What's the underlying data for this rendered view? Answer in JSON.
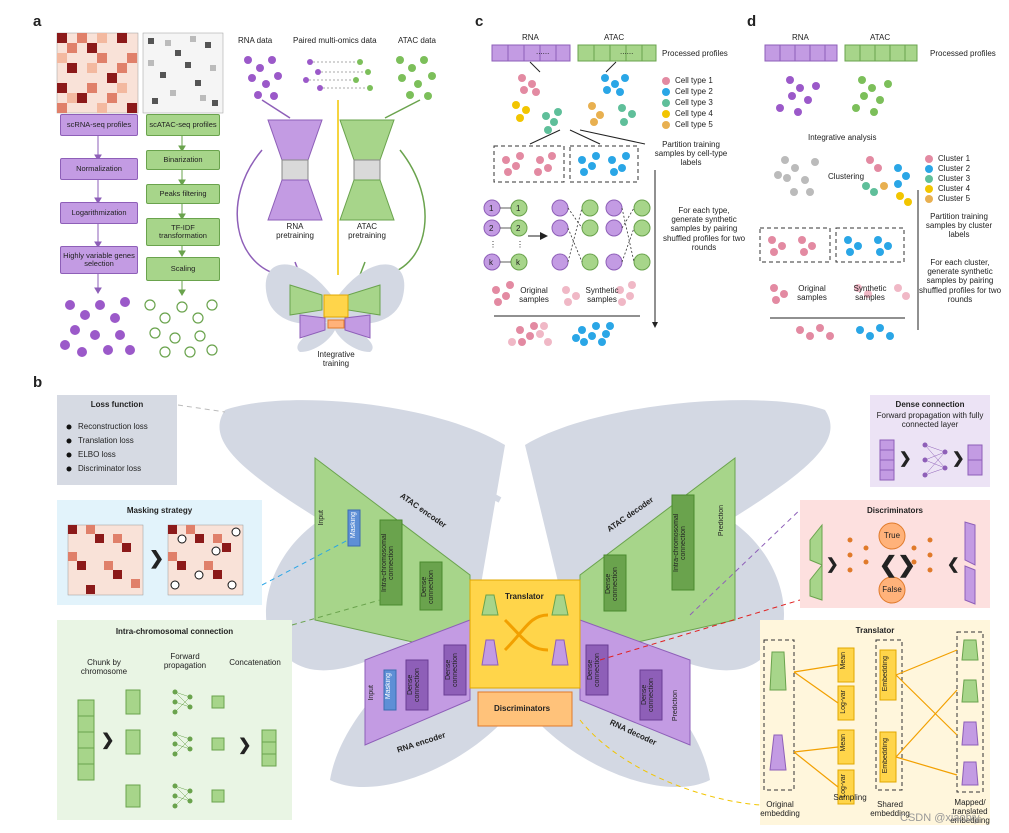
{
  "panel_a": {
    "letter": "a",
    "rna_label": "RNA data",
    "paired_label": "Paired multi-omics data",
    "atac_label": "ATAC data",
    "rna_steps": [
      "scRNA-seq profiles",
      "Normalization",
      "Logarithmization",
      "Highly variable genes selection"
    ],
    "atac_steps": [
      "scATAC-seq profiles",
      "Binarization",
      "Peaks filtering",
      "TF-IDF transformation",
      "Scaling"
    ],
    "rna_pretrain": "RNA pretraining",
    "atac_pretrain": "ATAC pretraining",
    "integrative": "Integrative training"
  },
  "panel_c": {
    "letter": "c",
    "rna": "RNA",
    "atac": "ATAC",
    "processed": "Processed profiles",
    "legend": [
      "Cell type 1",
      "Cell type 2",
      "Cell type 3",
      "Cell type 4",
      "Cell type 5"
    ],
    "partition": "Partition training samples by cell-type labels",
    "generate": "For each type, generate synthetic samples by pairing shuffled profiles for two rounds",
    "original": "Original samples",
    "synthetic": "Synthetic samples",
    "nodes": [
      "1",
      "2",
      "⋮",
      "k",
      "1",
      "2",
      "⋮",
      "k"
    ],
    "dots": "......"
  },
  "panel_d": {
    "letter": "d",
    "rna": "RNA",
    "atac": "ATAC",
    "processed": "Processed profiles",
    "integrative": "Integrative analysis",
    "clustering": "Clustering",
    "legend": [
      "Cluster 1",
      "Cluster 2",
      "Cluster 3",
      "Cluster 4",
      "Cluster 5"
    ],
    "partition": "Partition training samples by cluster labels",
    "generate": "For each cluster, generate synthetic samples by pairing shuffled profiles for two rounds",
    "original": "Original samples",
    "synthetic": "Synthetic samples"
  },
  "panel_b": {
    "letter": "b",
    "loss_title": "Loss function",
    "loss_items": [
      "Reconstruction loss",
      "Translation loss",
      "ELBO loss",
      "Discriminator loss"
    ],
    "masking_title": "Masking strategy",
    "intra_title": "Intra-chromosomal connection",
    "intra_steps": [
      "Chunk by chromosome",
      "Forward propagation",
      "Concatenation"
    ],
    "dense_title": "Dense connection",
    "dense_desc": "Forward propagation with fully connected layer",
    "disc_title": "Discriminators",
    "disc_true": "True",
    "disc_false": "False",
    "trans_title": "Translator",
    "trans_labels": [
      "Original embedding",
      "Sampling",
      "Shared embedding",
      "Mapped/ translated embedding"
    ],
    "trans_boxes": [
      "Mean",
      "Log-var",
      "Embedding",
      "Mean",
      "Log-var",
      "Embedding"
    ],
    "atac_encoder": "ATAC encoder",
    "atac_decoder": "ATAC decoder",
    "rna_encoder": "RNA encoder",
    "rna_decoder": "RNA decoder",
    "input": "Input",
    "masking": "Masking",
    "intra_conn": "Intra-chromosomal connection",
    "dense_conn": "Dense connection",
    "prediction": "Prediction",
    "translator": "Translator",
    "discriminators": "Discriminators",
    "watermark": "CSDN @xiaobiy"
  },
  "colors": {
    "purple": "#c39be3",
    "green": "#a7d58a",
    "butterfly": "#d3d8e3",
    "translator": "#ffd54a",
    "pink": "#e38aa2",
    "blue": "#2aa6e6"
  }
}
